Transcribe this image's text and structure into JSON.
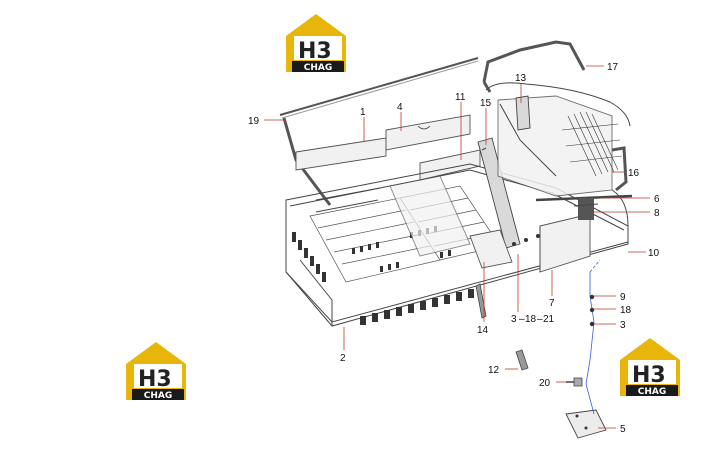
{
  "logos": [
    {
      "id": "logo-top",
      "mark": "H3",
      "caption": "CHAG"
    },
    {
      "id": "logo-left",
      "mark": "H3",
      "caption": "CHAG"
    },
    {
      "id": "logo-right",
      "mark": "H3",
      "caption": "CHAG"
    }
  ],
  "callouts": {
    "c1": "1",
    "c2": "2",
    "c4": "4",
    "c5": "5",
    "c6": "6",
    "c7": "7",
    "c8": "8",
    "c9": "9",
    "c10": "10",
    "c11": "11",
    "c12": "12",
    "c13": "13",
    "c14": "14",
    "c15": "15",
    "c16": "16",
    "c17": "17",
    "c18": "18",
    "c19": "19",
    "c20": "20",
    "c3a": "3",
    "c3b": "3",
    "c18b": "18",
    "c21": "21"
  },
  "colors": {
    "logo_yellow": "#e8b50b",
    "logo_black": "#1a1a1a",
    "leader": "#c0392b",
    "link": "#3b5bdb"
  }
}
